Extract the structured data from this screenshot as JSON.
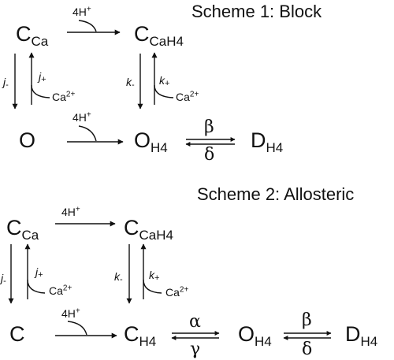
{
  "scheme1": {
    "title": "Scheme 1: Block",
    "C_Ca": {
      "main": "C",
      "sub": "Ca"
    },
    "C_CaH4": {
      "main": "C",
      "sub": "CaH4"
    },
    "O": {
      "main": "O"
    },
    "O_H4": {
      "main": "O",
      "sub": "H4"
    },
    "D_H4": {
      "main": "D",
      "sub": "H4"
    },
    "proton_top": "4H+",
    "proton_bottom": "4H+",
    "j_minus": {
      "main": "j",
      "sub": "-"
    },
    "j_plus": {
      "main": "j",
      "sub": "+"
    },
    "k_minus": {
      "main": "k",
      "sub": "-"
    },
    "k_plus": {
      "main": "k",
      "sub": "+"
    },
    "ca_left": "Ca2+",
    "ca_right": "Ca2+",
    "beta": "β",
    "delta": "δ"
  },
  "scheme2": {
    "title": "Scheme 2: Allosteric",
    "C_Ca": {
      "main": "C",
      "sub": "Ca"
    },
    "C_CaH4": {
      "main": "C",
      "sub": "CaH4"
    },
    "C": {
      "main": "C"
    },
    "C_H4": {
      "main": "C",
      "sub": "H4"
    },
    "O_H4": {
      "main": "O",
      "sub": "H4"
    },
    "D_H4": {
      "main": "D",
      "sub": "H4"
    },
    "proton_top": "4H+",
    "proton_bottom": "4H+",
    "j_minus": {
      "main": "j",
      "sub": "-"
    },
    "j_plus": {
      "main": "j",
      "sub": "+"
    },
    "k_minus": {
      "main": "k",
      "sub": "-"
    },
    "k_plus": {
      "main": "k",
      "sub": "+"
    },
    "ca_left": "Ca2+",
    "ca_right": "Ca2+",
    "alpha": "α",
    "gamma": "γ",
    "beta": "β",
    "delta": "δ"
  }
}
